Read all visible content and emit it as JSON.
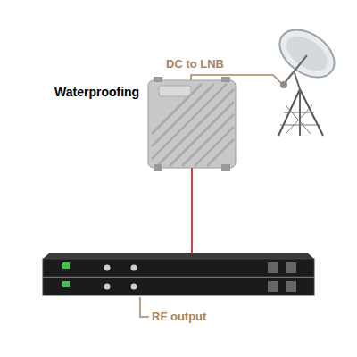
{
  "diagram": {
    "nodes": [
      {
        "text": [
          "Waterproofing"
        ]
      },
      {
        "text": [
          "RF output"
        ]
      }
    ],
    "edges": [
      {
        "from": 0,
        "to": 1,
        "arrow": "none"
      }
    ],
    "labels": [
      "DC to LNB"
    ]
  }
}
